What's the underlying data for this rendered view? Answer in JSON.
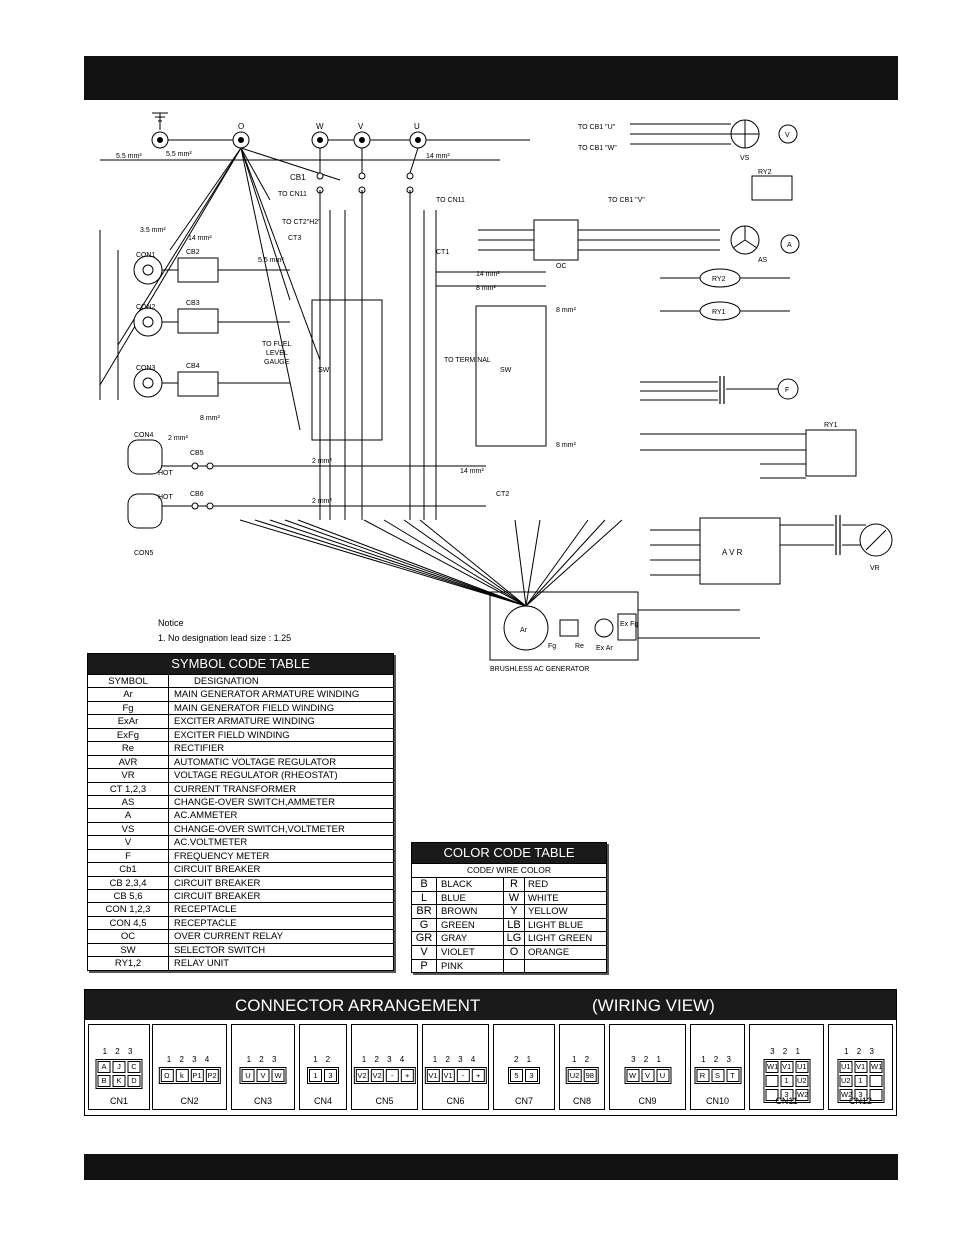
{
  "notice": {
    "title": "Notice",
    "line1": "1. No designation lead size : 1.25"
  },
  "symbol_table": {
    "title": "SYMBOL CODE TABLE",
    "col_symbol": "SYMBOL",
    "col_designation": "DESIGNATION",
    "rows": [
      {
        "symbol": "Ar",
        "designation": "MAIN GENERATOR ARMATURE WINDING"
      },
      {
        "symbol": "Fg",
        "designation": "MAIN GENERATOR FIELD WINDING"
      },
      {
        "symbol": "ExAr",
        "designation": "EXCITER ARMATURE WINDING"
      },
      {
        "symbol": "ExFg",
        "designation": "EXCITER FIELD WINDING"
      },
      {
        "symbol": "Re",
        "designation": "RECTIFIER"
      },
      {
        "symbol": "AVR",
        "designation": "AUTOMATIC VOLTAGE REGULATOR"
      },
      {
        "symbol": "VR",
        "designation": "VOLTAGE REGULATOR (RHEOSTAT)"
      },
      {
        "symbol": "CT 1,2,3",
        "designation": "CURRENT TRANSFORMER"
      },
      {
        "symbol": "AS",
        "designation": "CHANGE-OVER SWITCH,AMMETER"
      },
      {
        "symbol": "A",
        "designation": "AC.AMMETER"
      },
      {
        "symbol": "VS",
        "designation": "CHANGE-OVER SWITCH,VOLTMETER"
      },
      {
        "symbol": "V",
        "designation": "AC.VOLTMETER"
      },
      {
        "symbol": "F",
        "designation": "FREQUENCY METER"
      },
      {
        "symbol": "Cb1",
        "designation": "CIRCUIT BREAKER"
      },
      {
        "symbol": "CB 2,3,4",
        "designation": "CIRCUIT BREAKER"
      },
      {
        "symbol": "CB 5,6",
        "designation": "CIRCUIT BREAKER"
      },
      {
        "symbol": "CON 1,2,3",
        "designation": "RECEPTACLE"
      },
      {
        "symbol": "CON 4,5",
        "designation": "RECEPTACLE"
      },
      {
        "symbol": "OC",
        "designation": "OVER CURRENT RELAY"
      },
      {
        "symbol": "SW",
        "designation": "SELECTOR SWITCH"
      },
      {
        "symbol": "RY1,2",
        "designation": "RELAY UNIT"
      }
    ]
  },
  "color_table": {
    "title": "COLOR CODE TABLE",
    "subtitle": "CODE/ WIRE COLOR",
    "rows": [
      {
        "c1": "B",
        "n1": "BLACK",
        "c2": "R",
        "n2": "RED"
      },
      {
        "c1": "L",
        "n1": "BLUE",
        "c2": "W",
        "n2": "WHITE"
      },
      {
        "c1": "BR",
        "n1": "BROWN",
        "c2": "Y",
        "n2": "YELLOW"
      },
      {
        "c1": "G",
        "n1": "GREEN",
        "c2": "LB",
        "n2": "LIGHT BLUE"
      },
      {
        "c1": "GR",
        "n1": "GRAY",
        "c2": "LG",
        "n2": "LIGHT GREEN"
      },
      {
        "c1": "V",
        "n1": "VIOLET",
        "c2": "O",
        "n2": "ORANGE"
      },
      {
        "c1": "P",
        "n1": "PINK",
        "c2": "",
        "n2": ""
      }
    ]
  },
  "connectors": {
    "title": "CONNECTOR ARRANGEMENT",
    "view": "(WIRING VIEW)",
    "items": [
      {
        "name": "CN1",
        "pins": "1 2 3",
        "cells": [
          "A",
          "J",
          "C",
          "B",
          "K",
          "D"
        ],
        "layout": "2x3"
      },
      {
        "name": "CN2",
        "pins": "1 2 3 4",
        "cells": [
          "Ω",
          "k",
          "P1",
          "P2"
        ]
      },
      {
        "name": "CN3",
        "pins": "1 2 3",
        "cells": [
          "U",
          "V",
          "W"
        ]
      },
      {
        "name": "CN4",
        "pins": "1 2",
        "cells": [
          "1",
          "3"
        ]
      },
      {
        "name": "CN5",
        "pins": "1 2 3 4",
        "cells": [
          "V2",
          "V2",
          "-",
          "+"
        ]
      },
      {
        "name": "CN6",
        "pins": "1 2 3 4",
        "cells": [
          "V1",
          "V1",
          "-",
          "+"
        ]
      },
      {
        "name": "CN7",
        "pins": "2 1",
        "cells": [
          "5",
          "3"
        ]
      },
      {
        "name": "CN8",
        "pins": "1 2",
        "cells": [
          "U2",
          "98"
        ]
      },
      {
        "name": "CN9",
        "pins": "3 2 1",
        "cells": [
          "W",
          "V",
          "U"
        ]
      },
      {
        "name": "CN10",
        "pins": "1 2 3",
        "cells": [
          "R",
          "S",
          "T"
        ]
      },
      {
        "name": "CN11",
        "pins": "3 2 1",
        "cells": [
          "W1",
          "V1",
          "U1",
          "",
          "1",
          "U2",
          "",
          "3",
          "W2"
        ],
        "layout": "grid"
      },
      {
        "name": "CN12",
        "pins": "1 2 3",
        "cells": [
          "U1",
          "V1",
          "W1",
          "U2",
          "1",
          "",
          "W2",
          "3",
          ""
        ],
        "layout": "grid"
      }
    ]
  },
  "diagram": {
    "terminals": [
      "O",
      "W",
      "V",
      "U"
    ],
    "labels": {
      "to_cb1_u": "TO CB1 \"U\"",
      "to_cb1_w": "TO CB1 \"W\"",
      "to_cb1_v": "TO CB1 \"V\"",
      "to_cn11": "TO CN11",
      "to_ct2h2": "TO CT2\"H2\"",
      "ct3": "CT3",
      "cb1": "CB1",
      "to_fuel": "TO FUEL",
      "level": "LEVEL",
      "gauge": "GAUGE",
      "to_terminal": "TO TERMINAL",
      "generator": "BRUSHLESS AC GENERATOR",
      "avr": "A V R",
      "con1": "CON1",
      "con2": "CON2",
      "con3": "CON3",
      "con4": "CON4",
      "con5": "CON5",
      "cb2": "CB2",
      "cb3": "CB3",
      "cb4": "CB4",
      "cb5": "CB5",
      "cb6": "CB6",
      "vs": "VS",
      "as": "AS",
      "oc": "OC",
      "ry1": "RY1",
      "ry2": "RY2",
      "vr": "VR",
      "sw": "SW",
      "ct1": "CT1",
      "ct2": "CT2",
      "hot": "HOT",
      "size_55": "5.5 mm²",
      "size_35": "3.5 mm²",
      "size_14": "14 mm²",
      "size_8": "8 mm²",
      "size_2": "2 mm²",
      "ar": "Ar",
      "fg": "Fg",
      "re": "Re",
      "exar": "Ex Ar",
      "exfg": "Ex Fg"
    }
  }
}
